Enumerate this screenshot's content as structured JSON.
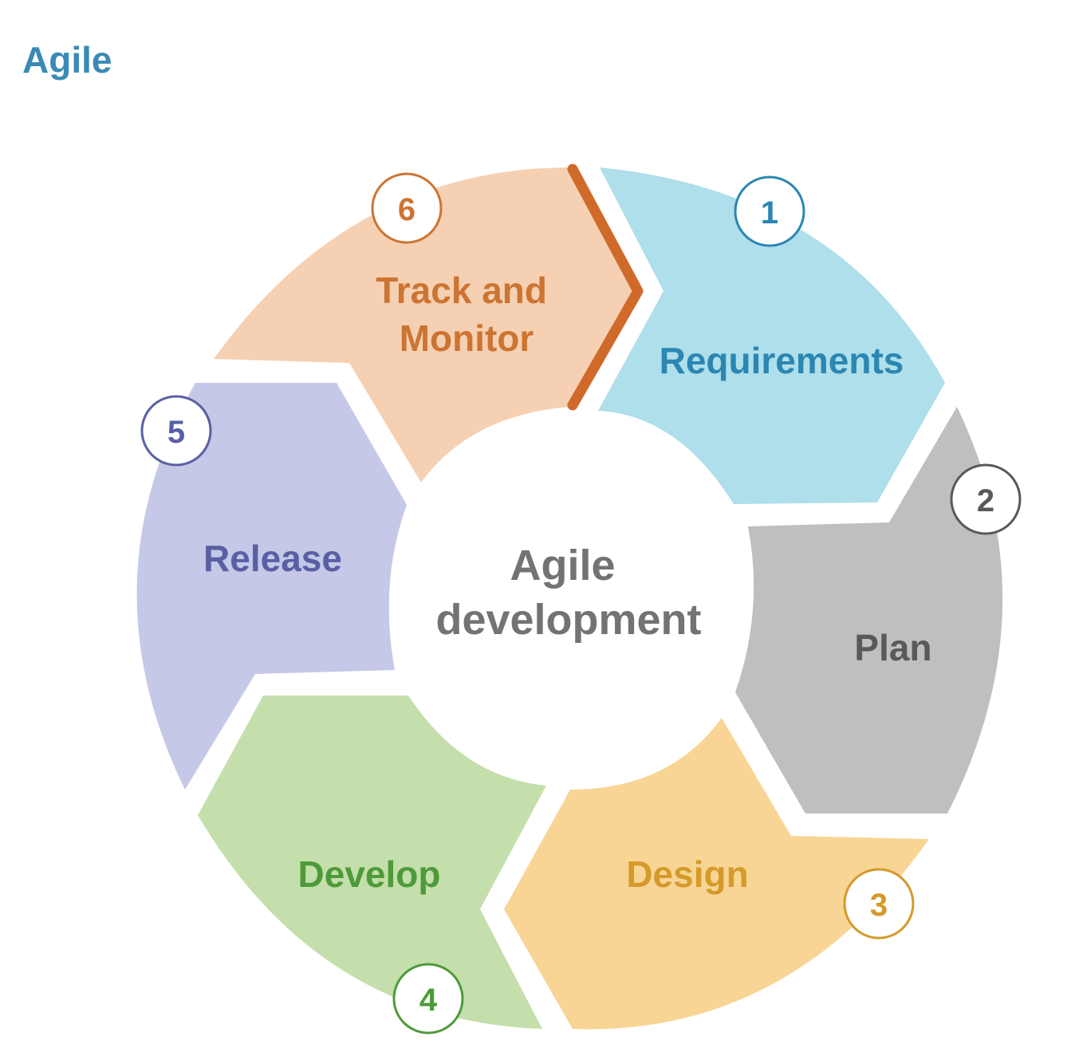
{
  "page": {
    "title": "Agile"
  },
  "diagram": {
    "center": {
      "line1": "Agile",
      "line2": "development"
    },
    "stages": [
      {
        "id": "requirements",
        "number": "1",
        "label": "Requirements",
        "fill": "#aedfea",
        "text_color": "#2b86b2",
        "badge_color": "#2b86b2"
      },
      {
        "id": "plan",
        "number": "2",
        "label": "Plan",
        "fill": "#bfbfbf",
        "text_color": "#595959",
        "badge_color": "#595959"
      },
      {
        "id": "design",
        "number": "3",
        "label": "Design",
        "fill": "#f8d595",
        "text_color": "#d49a2a",
        "badge_color": "#d49a2a"
      },
      {
        "id": "develop",
        "number": "4",
        "label": "Develop",
        "fill": "#c4dfab",
        "text_color": "#4e9a3a",
        "badge_color": "#4e9a3a"
      },
      {
        "id": "release",
        "number": "5",
        "label": "Release",
        "fill": "#c5c8e6",
        "text_color": "#5a5fa5",
        "badge_color": "#5a5fa5"
      },
      {
        "id": "track",
        "number": "6",
        "label_line1": "Track and",
        "label_line2": "Monitor",
        "fill": "#f6d0b2",
        "text_color": "#cc7432",
        "badge_color": "#cc7432",
        "accent_color": "#d06a2a"
      }
    ]
  }
}
